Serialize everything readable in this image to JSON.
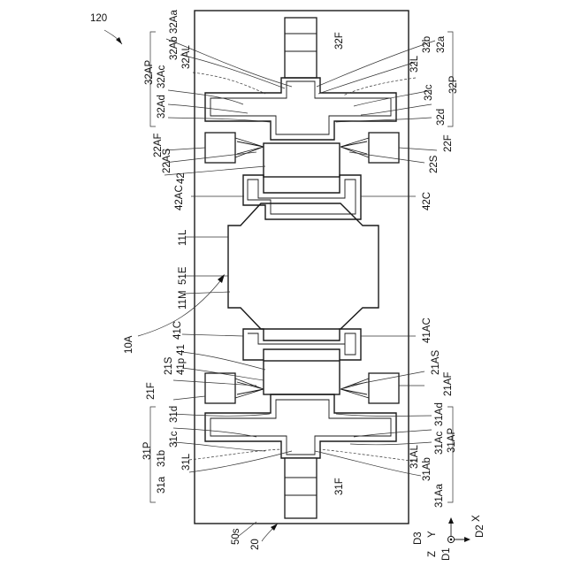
{
  "figure_number": "120",
  "labels": {
    "l_120": "120",
    "l_10A": "10A",
    "l_20": "20",
    "l_50s": "50s",
    "l_32F": "32F",
    "l_31F": "31F",
    "l_32AP": "32AP",
    "l_32Ad": "32Ad",
    "l_32Ac": "32Ac",
    "l_32Ab": "32Ab",
    "l_32Aa": "32Aa",
    "l_32AL": "32AL",
    "l_32a": "32a",
    "l_32b": "32b",
    "l_32L": "32L",
    "l_32c": "32c",
    "l_32d": "32d",
    "l_32P": "32P",
    "l_22AF": "22AF",
    "l_22AS": "22AS",
    "l_42": "42",
    "l_42AC": "42AC",
    "l_22S": "22S",
    "l_22F": "22F",
    "l_42C": "42C",
    "l_11L": "11L",
    "l_51E": "51E",
    "l_11M": "11M",
    "l_41C": "41C",
    "l_41": "41",
    "l_41p": "41p",
    "l_21S": "21S",
    "l_21F": "21F",
    "l_41AC": "41AC",
    "l_21AS": "21AS",
    "l_21AF": "21AF",
    "l_31d": "31d",
    "l_31c": "31c",
    "l_31b": "31b",
    "l_31a": "31a",
    "l_31P": "31P",
    "l_31L": "31L",
    "l_31Ad": "31Ad",
    "l_31Ac": "31Ac",
    "l_31Ab": "31Ab",
    "l_31Aa": "31Aa",
    "l_31AL": "31AL",
    "l_31AP": "31AP",
    "ax_X": "X",
    "ax_D2": "D2",
    "ax_Y": "Y",
    "ax_D3": "D3",
    "ax_Z": "Z",
    "ax_D1": "D1"
  }
}
